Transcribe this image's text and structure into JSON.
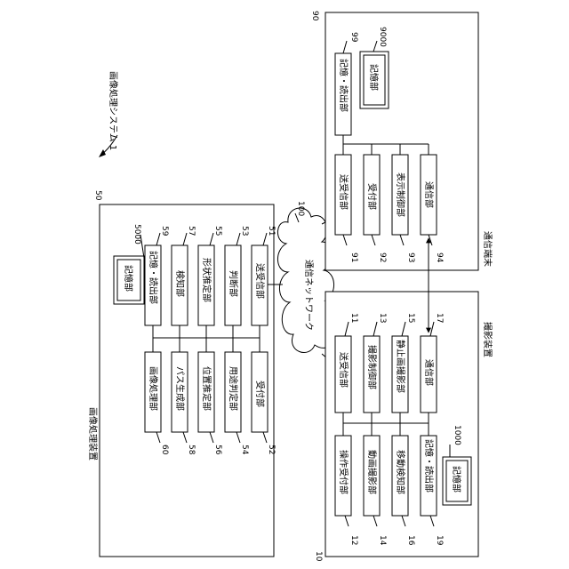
{
  "system": {
    "title": "画像処理システム 1"
  },
  "network": {
    "label": "通信ネットワーク",
    "ref": "100"
  },
  "image_processing_device": {
    "title": "画像処理装置",
    "ref": "50",
    "storage": {
      "label": "記憶部",
      "ref": "5000"
    },
    "units": [
      {
        "label": "記憶・読出部",
        "ref": "59"
      },
      {
        "label": "検知部",
        "ref": "57"
      },
      {
        "label": "形状推定部",
        "ref": "55"
      },
      {
        "label": "判断部",
        "ref": "53"
      },
      {
        "label": "送受信部",
        "ref": "51"
      },
      {
        "label": "画像処理部",
        "ref": "60"
      },
      {
        "label": "パス生成部",
        "ref": "58"
      },
      {
        "label": "位置推定部",
        "ref": "56"
      },
      {
        "label": "用途判定部",
        "ref": "54"
      },
      {
        "label": "受付部",
        "ref": "52"
      }
    ]
  },
  "imaging_device": {
    "title": "撮影装置",
    "ref": "10",
    "storage": {
      "label": "記憶部",
      "ref": "1000"
    },
    "units": [
      {
        "label": "送受信部",
        "ref": "11"
      },
      {
        "label": "撮影制御部",
        "ref": "13"
      },
      {
        "label": "静止画撮影部",
        "ref": "15"
      },
      {
        "label": "通信部",
        "ref": "17"
      },
      {
        "label": "操作受付部",
        "ref": "12"
      },
      {
        "label": "動画撮影部",
        "ref": "14"
      },
      {
        "label": "移動検知部",
        "ref": "16"
      },
      {
        "label": "記憶・読出部",
        "ref": "19"
      }
    ]
  },
  "comm_terminal": {
    "title": "通信端末",
    "ref": "90",
    "storage": {
      "label": "記憶部",
      "ref": "9000"
    },
    "units": [
      {
        "label": "記憶・読出部",
        "ref": "99"
      },
      {
        "label": "送受信部",
        "ref": "91"
      },
      {
        "label": "受付部",
        "ref": "92"
      },
      {
        "label": "表示制御部",
        "ref": "93"
      },
      {
        "label": "通信部",
        "ref": "94"
      }
    ]
  }
}
